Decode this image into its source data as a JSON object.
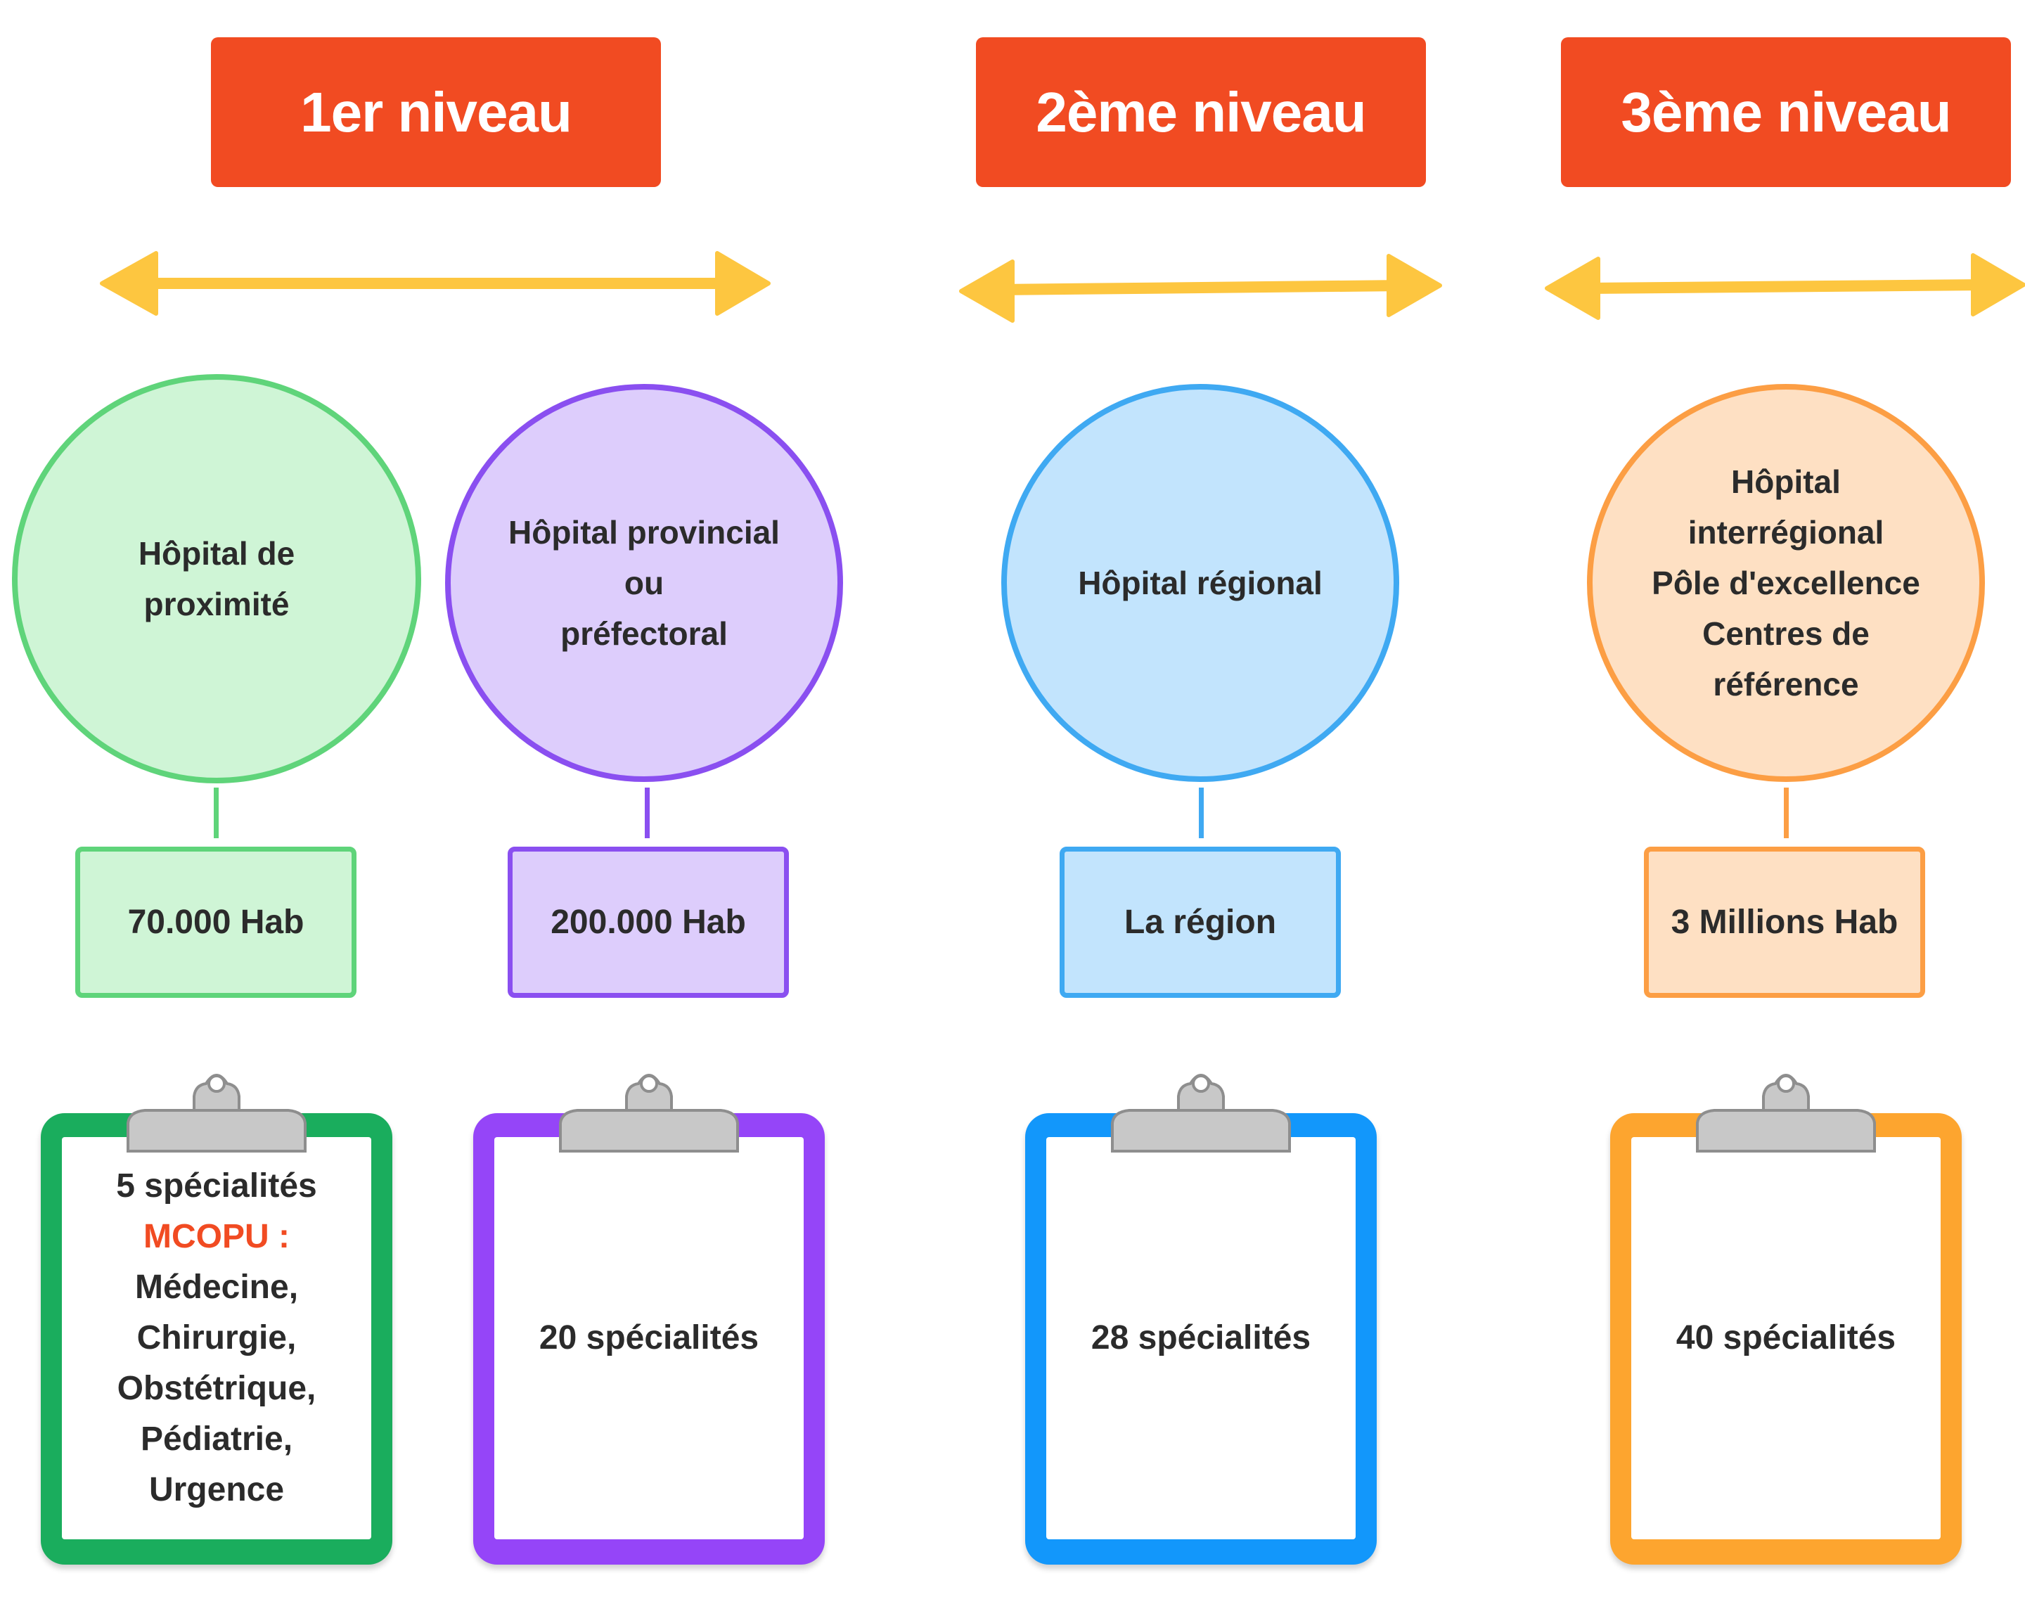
{
  "levels": [
    {
      "label": "1er niveau"
    },
    {
      "label": "2ème niveau"
    },
    {
      "label": "3ème niveau"
    }
  ],
  "hospitals": [
    {
      "name": "Hôpital de\nproximité",
      "population": "70.000 Hab"
    },
    {
      "name": "Hôpital provincial\nou\npréfectoral",
      "population": "200.000 Hab",
      "specialities": "20 spécialités"
    },
    {
      "name": "Hôpital régional",
      "population": "La région",
      "specialities": "28 spécialités"
    },
    {
      "name": "Hôpital\ninterrégional\nPôle d'excellence\nCentres de\nréférence",
      "population": "3 Millions Hab",
      "specialities": "40 spécialités"
    }
  ],
  "proximity_specialities": {
    "count": "5 spécialités",
    "acronym": "MCOPU :",
    "list": "Médecine,\nChirurgie,\nObstétrique,\nPédiatrie,\nUrgence"
  },
  "colors": {
    "header": "#f14b22",
    "arrow": "#fdc640",
    "green": "#5fd47a",
    "green_fill": "#cff5d6",
    "green_board": "#1aad5d",
    "purple": "#8a4ff0",
    "purple_fill": "#ddcdfc",
    "purple_board": "#9545f8",
    "blue": "#3fa9f2",
    "blue_fill": "#c2e4fd",
    "blue_board": "#1297fb",
    "orange": "#fc9e44",
    "orange_fill": "#fee0c3",
    "orange_board": "#fda52f"
  }
}
